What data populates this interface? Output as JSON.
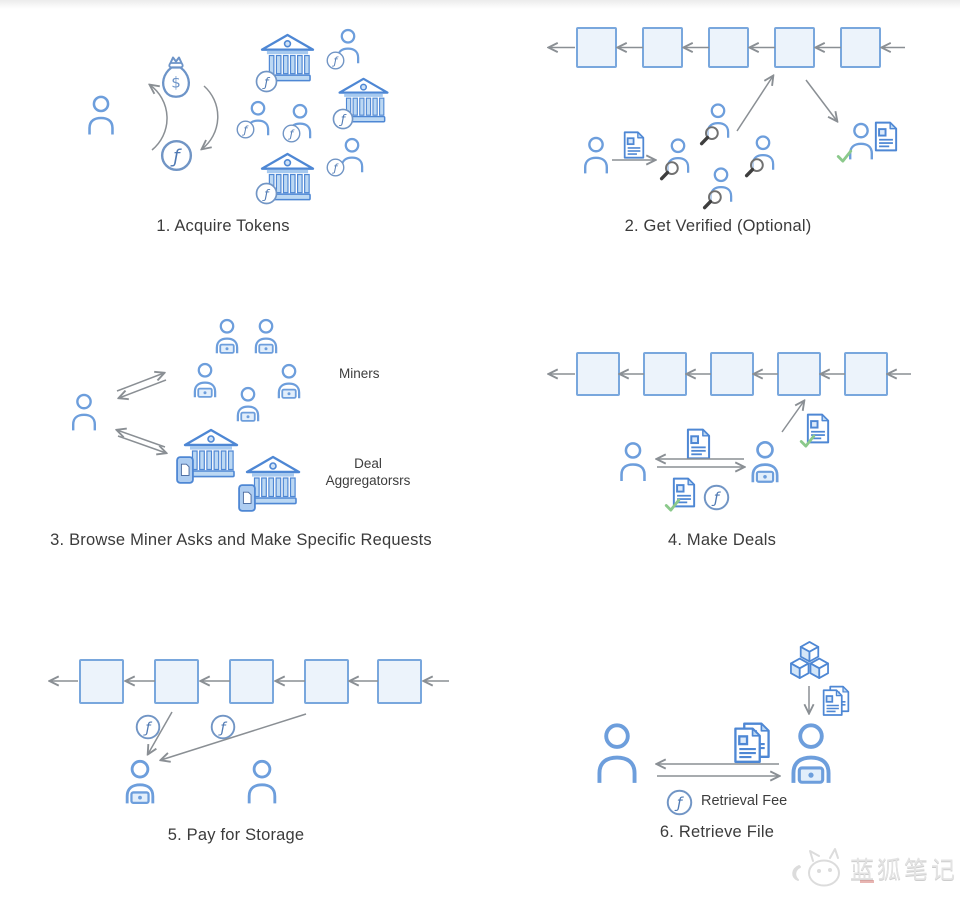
{
  "colors": {
    "icon_blue": "#4e87d4",
    "icon_blue_light": "#6d9edc",
    "icon_fill_light": "#bcd8f3",
    "block_fill": "#ecf3fb",
    "block_stroke": "#79a7dd",
    "arrow_gray": "#8a8f94",
    "check_green": "#8bc98b",
    "magnifier_gray": "#6a6a6a",
    "caption_text": "#3b3b3b",
    "watermark_gray": "#e3e3e3"
  },
  "icons": {
    "filecoin_glyph": "ƒ",
    "dollar_glyph": "$",
    "names": [
      "person-icon",
      "miner-laptop-icon",
      "bank-icon",
      "filecoin-coin-icon",
      "money-bag-icon",
      "document-icon",
      "documents-pair-icon",
      "green-check-icon",
      "magnifier-icon",
      "cubes-icon",
      "block-icon",
      "phone-icon",
      "arrow"
    ]
  },
  "panels": [
    {
      "caption": "1. Acquire Tokens"
    },
    {
      "caption": "2. Get Verified (Optional)"
    },
    {
      "caption": "3. Browse Miner Asks and Make Specific Requests",
      "labels": {
        "miners": "Miners",
        "deal_line1": "Deal",
        "deal_line2": "Aggregatorsrs"
      }
    },
    {
      "caption": "4. Make Deals"
    },
    {
      "caption": "5. Pay for Storage"
    },
    {
      "caption": "6. Retrieve File",
      "labels": {
        "retrieval_fee": "Retrieval Fee"
      }
    }
  ],
  "watermark": {
    "text": "蓝狐笔记"
  }
}
